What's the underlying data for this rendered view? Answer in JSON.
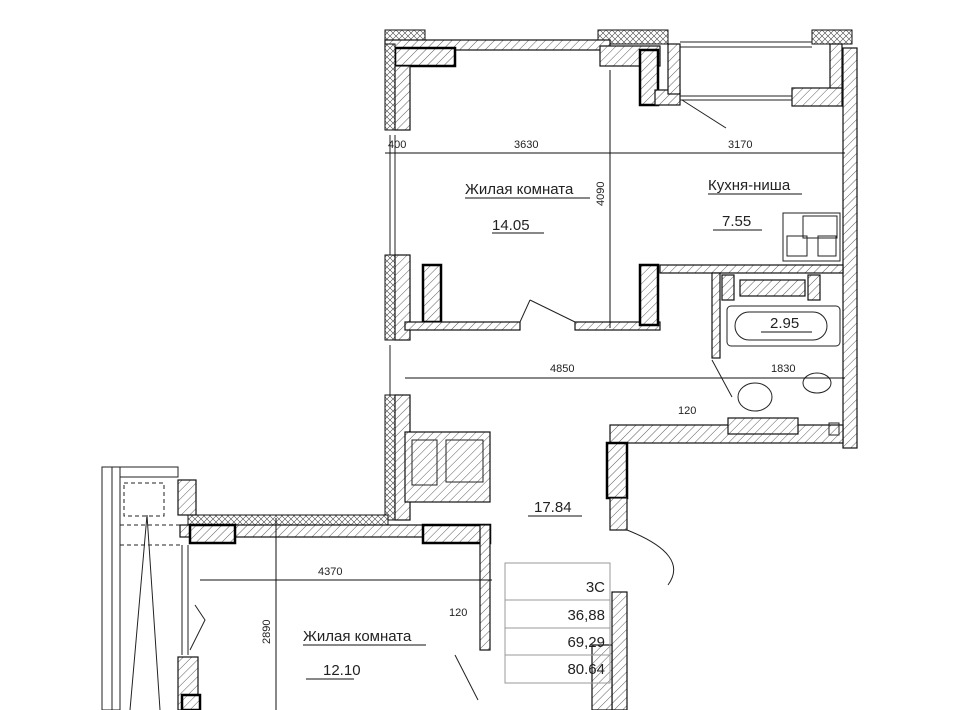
{
  "rooms": [
    {
      "name": "Жилая комната",
      "area": "14.05"
    },
    {
      "name": "Кухня-ниша",
      "area": "7.55"
    },
    {
      "name": "",
      "area": "2.95"
    },
    {
      "name": "",
      "area": "17.84"
    },
    {
      "name": "Жилая комната",
      "area": "12.10"
    }
  ],
  "dimensions": {
    "d400": "400",
    "d3630": "3630",
    "d3170": "3170",
    "d4090": "4090",
    "d4850": "4850",
    "d1830": "1830",
    "d120a": "120",
    "d4370": "4370",
    "d120b": "120",
    "d2890": "2890"
  },
  "summary_table": [
    "3C",
    "36,88",
    "69,29",
    "80.64"
  ]
}
